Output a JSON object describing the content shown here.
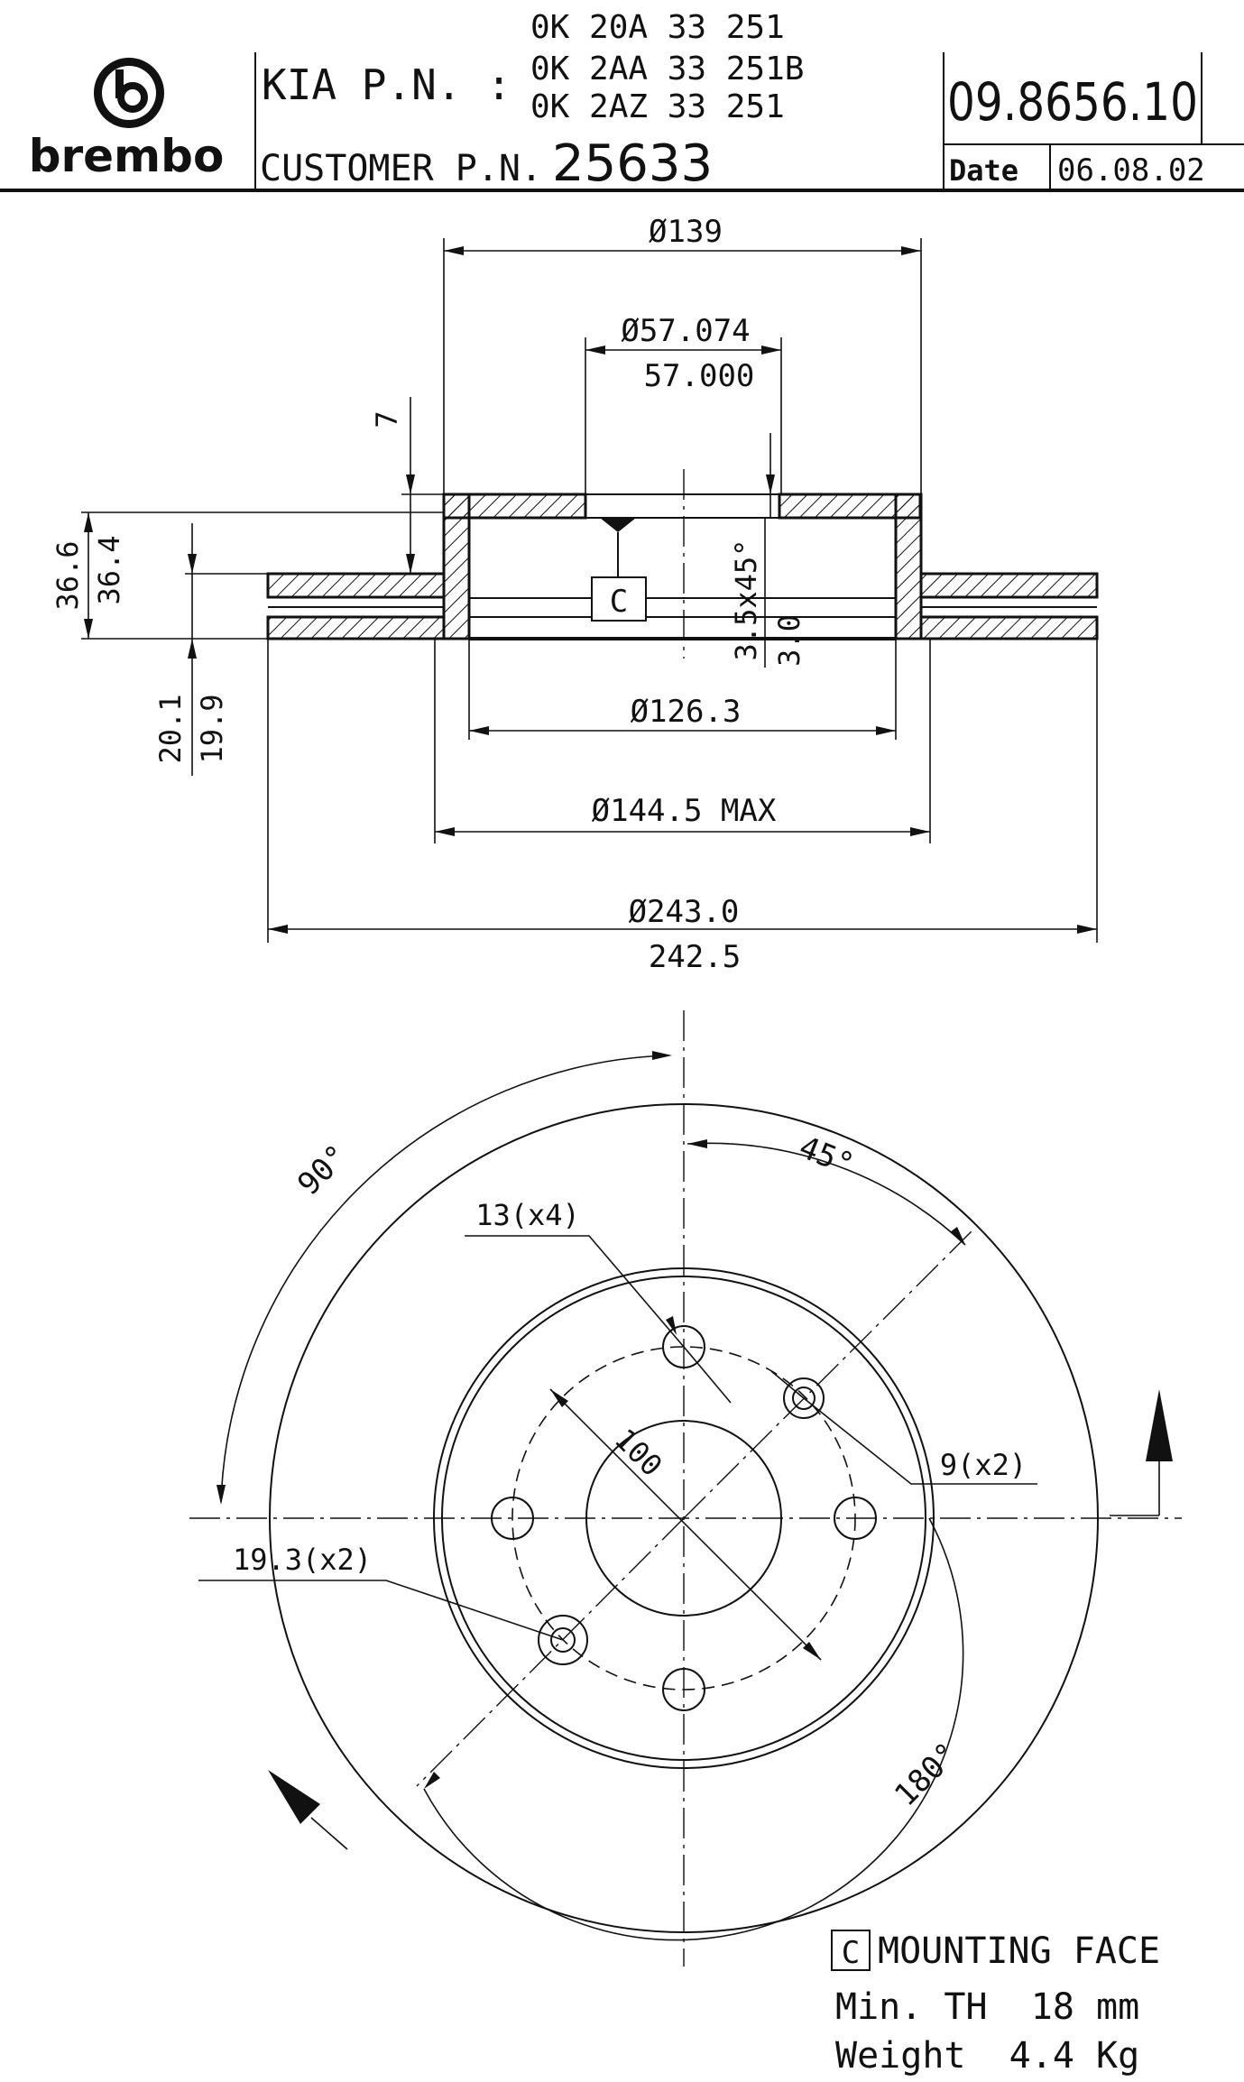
{
  "brand": {
    "name": "brembo"
  },
  "header": {
    "kia_label": "KIA P.N. :",
    "kia_parts": [
      "0K 20A 33 251",
      "0K 2AA 33 251B",
      "0K 2AZ 33 251"
    ],
    "customer_label": "CUSTOMER P.N.",
    "customer_number": "25633",
    "brembo_code": "09.8656.10",
    "date_label": "Date",
    "date_value": "06.08.02"
  },
  "section_view": {
    "d_bolt_circle_outer": "Ø139",
    "d_bore_max": "Ø57.074",
    "d_bore_min": "57.000",
    "hat_offset": "7",
    "height_max": "36.6",
    "height_min": "36.4",
    "chamfer": "3.5x45°",
    "hat_thickness": "3.0",
    "mounting_face_ref": "C",
    "thickness_max": "20.1",
    "thickness_min": "19.9",
    "d_inner": "Ø126.3",
    "d_hat_max": "Ø144.5 MAX",
    "d_outer_max": "Ø243.0",
    "d_outer_min": "242.5"
  },
  "front_view": {
    "angle_45": "45°",
    "angle_90": "90°",
    "angle_180": "180°",
    "stud_holes": "13(x4)",
    "small_holes": "9(x2)",
    "large_holes": "19.3(x2)",
    "pcd": "100"
  },
  "notes": {
    "mounting_ref": "C",
    "mounting_text": "MOUNTING FACE",
    "min_th": "Min. TH  18 mm",
    "weight": "Weight  4.4 Kg"
  }
}
